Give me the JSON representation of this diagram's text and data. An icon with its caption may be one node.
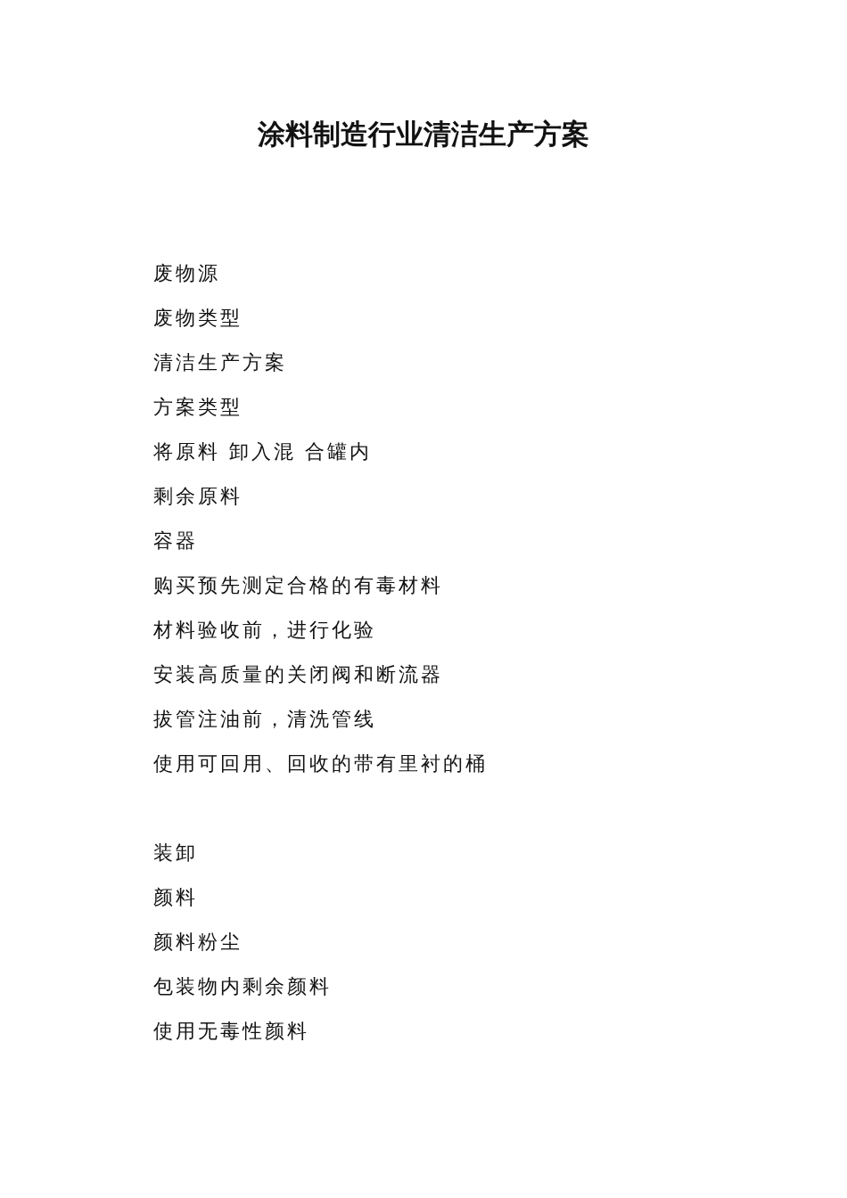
{
  "diagram": {
    "title": "涂料制造行业清洁生产方案",
    "labels": [
      "废物源",
      "废物类型",
      "清洁生产方案",
      "方案类型",
      "将原料 卸入混 合罐内",
      "剩余原料",
      "容器",
      "购买预先测定合格的有毒材料",
      "材料验收前，进行化验",
      "安装高质量的关闭阀和断流器",
      "拔管注油前，清洗管线",
      "使用可回用、回收的带有里衬的桶",
      "装卸",
      "颜料",
      "颜料粉尘",
      "包装物内剩余颜料",
      "使用无毒性颜料"
    ]
  }
}
